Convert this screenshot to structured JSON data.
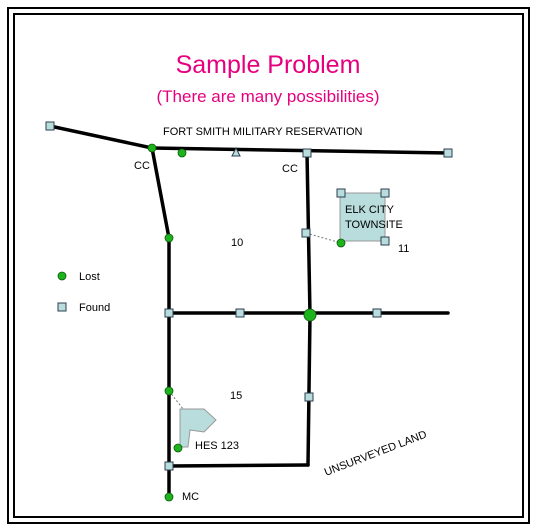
{
  "title": "Sample Problem",
  "subtitle": "(There are many possibilities)",
  "colors": {
    "title": "#e6007e",
    "road": "#000000",
    "lost": "#1db31d",
    "found_fill": "#b9dcdc",
    "found_stroke": "#2c3e50",
    "parcel_fill": "#b9dcdc"
  },
  "labels": {
    "reservation": "FORT SMITH MILITARY RESERVATION",
    "cc_left": "CC",
    "cc_right": "CC",
    "elk_city_1": "ELK CITY",
    "elk_city_2": "TOWNSITE",
    "section_10": "10",
    "section_11": "11",
    "section_15": "15",
    "hes": "HES 123",
    "unsurveyed": "UNSURVEYED LAND",
    "mc": "MC"
  },
  "legend": {
    "lost": "Lost",
    "found": "Found"
  }
}
